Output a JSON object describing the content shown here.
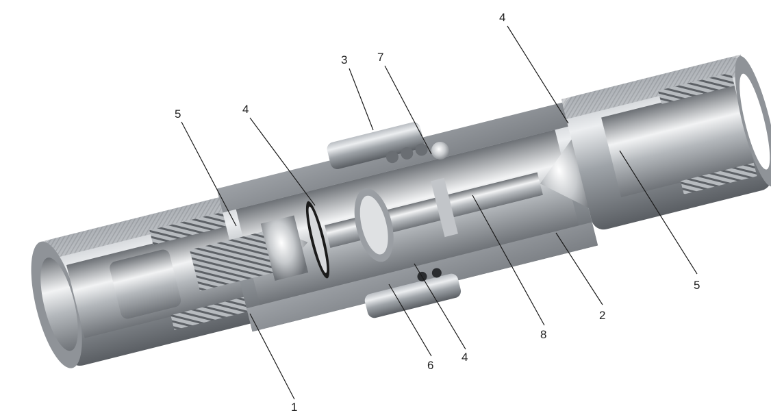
{
  "figure": {
    "description_free": true,
    "colors": {
      "background": "#ffffff",
      "metal_light": "#e6e8ea",
      "metal_mid": "#a9adb2",
      "metal_dark": "#4b4f54",
      "cut_face": "#8e9297",
      "thread": "#5d6166",
      "seal": "#1b1b1b",
      "leader": "#1a1a1a"
    },
    "callouts": [
      {
        "id": "c5a",
        "label": "5"
      },
      {
        "id": "c4a",
        "label": "4"
      },
      {
        "id": "c3",
        "label": "3"
      },
      {
        "id": "c7",
        "label": "7"
      },
      {
        "id": "c4b",
        "label": "4"
      },
      {
        "id": "c1",
        "label": "1"
      },
      {
        "id": "c6",
        "label": "6"
      },
      {
        "id": "c4c",
        "label": "4"
      },
      {
        "id": "c8",
        "label": "8"
      },
      {
        "id": "c2",
        "label": "2"
      },
      {
        "id": "c5b",
        "label": "5"
      }
    ]
  }
}
